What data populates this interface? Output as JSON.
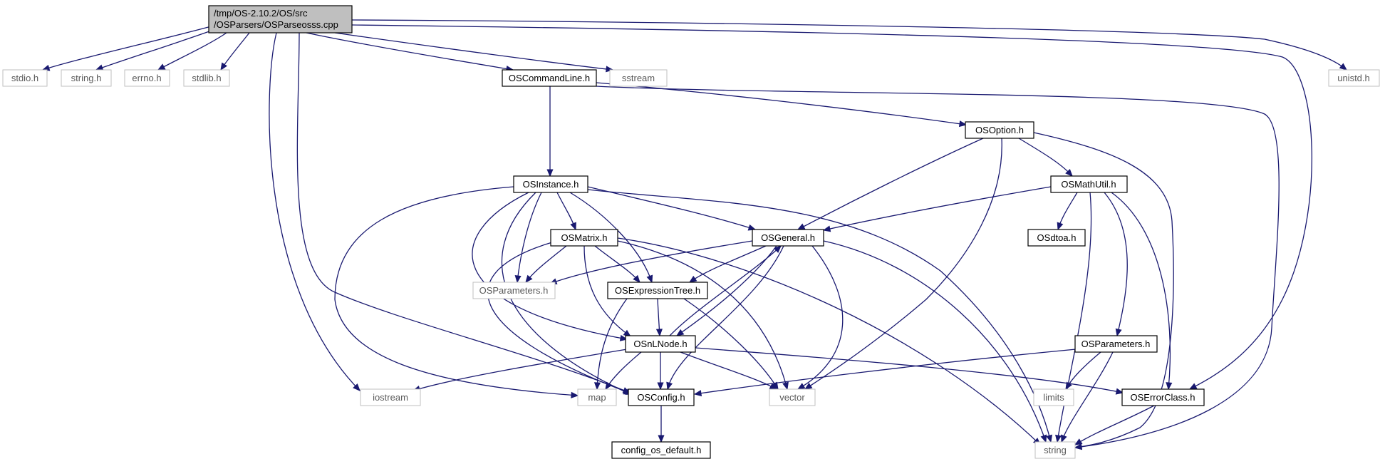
{
  "graph": {
    "colors": {
      "edge": "#191970",
      "root_fill": "#bfbfbf",
      "system_border": "#bfbfbf",
      "local_border": "#000000"
    },
    "root": {
      "id": "root",
      "label_lines": [
        "/tmp/OS-2.10.2/OS/src",
        "/OSParsers/OSParseosss.cpp"
      ]
    },
    "nodes": [
      {
        "id": "stdio",
        "label": "stdio.h",
        "kind": "system"
      },
      {
        "id": "stringh",
        "label": "string.h",
        "kind": "system"
      },
      {
        "id": "errno",
        "label": "errno.h",
        "kind": "system"
      },
      {
        "id": "stdlib",
        "label": "stdlib.h",
        "kind": "system"
      },
      {
        "id": "OSCommandLine",
        "label": "OSCommandLine.h",
        "kind": "local"
      },
      {
        "id": "sstream",
        "label": "sstream",
        "kind": "system"
      },
      {
        "id": "unistd",
        "label": "unistd.h",
        "kind": "system"
      },
      {
        "id": "OSOption",
        "label": "OSOption.h",
        "kind": "local"
      },
      {
        "id": "OSInstance",
        "label": "OSInstance.h",
        "kind": "local"
      },
      {
        "id": "OSMathUtil",
        "label": "OSMathUtil.h",
        "kind": "local"
      },
      {
        "id": "OSMatrix",
        "label": "OSMatrix.h",
        "kind": "local"
      },
      {
        "id": "OSGeneral",
        "label": "OSGeneral.h",
        "kind": "local"
      },
      {
        "id": "OSdtoa",
        "label": "OSdtoa.h",
        "kind": "local"
      },
      {
        "id": "OSParametersSys",
        "label": "OSParameters.h",
        "kind": "system"
      },
      {
        "id": "OSExpressionTree",
        "label": "OSExpressionTree.h",
        "kind": "local"
      },
      {
        "id": "OSnLNode",
        "label": "OSnLNode.h",
        "kind": "local"
      },
      {
        "id": "OSParameters",
        "label": "OSParameters.h",
        "kind": "local"
      },
      {
        "id": "iostream",
        "label": "iostream",
        "kind": "system"
      },
      {
        "id": "map",
        "label": "map",
        "kind": "system"
      },
      {
        "id": "OSConfig",
        "label": "OSConfig.h",
        "kind": "local"
      },
      {
        "id": "vector",
        "label": "vector",
        "kind": "system"
      },
      {
        "id": "limits",
        "label": "limits",
        "kind": "system"
      },
      {
        "id": "OSErrorClass",
        "label": "OSErrorClass.h",
        "kind": "local"
      },
      {
        "id": "string",
        "label": "string",
        "kind": "system"
      },
      {
        "id": "config_os_default",
        "label": "config_os_default.h",
        "kind": "local"
      }
    ],
    "edges": [
      [
        "root",
        "stdio"
      ],
      [
        "root",
        "stringh"
      ],
      [
        "root",
        "errno"
      ],
      [
        "root",
        "stdlib"
      ],
      [
        "root",
        "OSCommandLine"
      ],
      [
        "root",
        "sstream"
      ],
      [
        "root",
        "unistd"
      ],
      [
        "root",
        "iostream"
      ],
      [
        "root",
        "OSConfig"
      ],
      [
        "root",
        "OSErrorClass"
      ],
      [
        "OSCommandLine",
        "OSInstance"
      ],
      [
        "OSCommandLine",
        "OSOption"
      ],
      [
        "OSCommandLine",
        "string"
      ],
      [
        "OSOption",
        "OSGeneral"
      ],
      [
        "OSOption",
        "OSMathUtil"
      ],
      [
        "OSOption",
        "vector"
      ],
      [
        "OSOption",
        "string"
      ],
      [
        "OSInstance",
        "OSGeneral"
      ],
      [
        "OSInstance",
        "OSMatrix"
      ],
      [
        "OSInstance",
        "OSParametersSys"
      ],
      [
        "OSInstance",
        "OSExpressionTree"
      ],
      [
        "OSInstance",
        "OSnLNode"
      ],
      [
        "OSInstance",
        "OSConfig"
      ],
      [
        "OSInstance",
        "map"
      ],
      [
        "OSInstance",
        "string"
      ],
      [
        "OSMathUtil",
        "OSGeneral"
      ],
      [
        "OSMathUtil",
        "OSdtoa"
      ],
      [
        "OSMathUtil",
        "OSParameters"
      ],
      [
        "OSMathUtil",
        "OSErrorClass"
      ],
      [
        "OSMathUtil",
        "string"
      ],
      [
        "OSMatrix",
        "OSParametersSys"
      ],
      [
        "OSMatrix",
        "OSExpressionTree"
      ],
      [
        "OSMatrix",
        "OSnLNode"
      ],
      [
        "OSMatrix",
        "OSConfig"
      ],
      [
        "OSMatrix",
        "vector"
      ],
      [
        "OSMatrix",
        "string"
      ],
      [
        "OSGeneral",
        "OSParametersSys"
      ],
      [
        "OSGeneral",
        "OSExpressionTree"
      ],
      [
        "OSGeneral",
        "OSnLNode"
      ],
      [
        "OSGeneral",
        "OSConfig"
      ],
      [
        "OSGeneral",
        "vector"
      ],
      [
        "OSGeneral",
        "string"
      ],
      [
        "OSExpressionTree",
        "OSnLNode"
      ],
      [
        "OSExpressionTree",
        "map"
      ],
      [
        "OSExpressionTree",
        "vector"
      ],
      [
        "OSnLNode",
        "OSGeneral"
      ],
      [
        "OSnLNode",
        "iostream"
      ],
      [
        "OSnLNode",
        "map"
      ],
      [
        "OSnLNode",
        "OSConfig"
      ],
      [
        "OSnLNode",
        "vector"
      ],
      [
        "OSnLNode",
        "OSErrorClass"
      ],
      [
        "OSParameters",
        "OSConfig"
      ],
      [
        "OSParameters",
        "limits"
      ],
      [
        "OSParameters",
        "string"
      ],
      [
        "OSConfig",
        "config_os_default"
      ],
      [
        "OSErrorClass",
        "string"
      ]
    ]
  }
}
